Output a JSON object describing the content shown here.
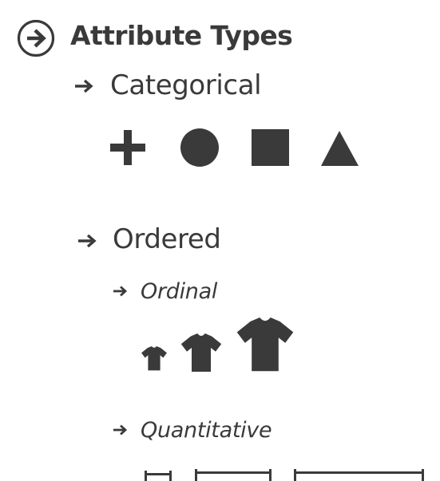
{
  "title": "Attribute Types",
  "icons": {
    "title_icon": "circled-arrow-right-icon",
    "bullet_icon": "arrow-right-icon"
  },
  "colors": {
    "ink": "#3a3a3a",
    "background": "#ffffff"
  },
  "sections": {
    "categorical": {
      "label": "Categorical",
      "glyphs": [
        "plus-icon",
        "circle-icon",
        "square-icon",
        "triangle-icon"
      ]
    },
    "ordered": {
      "label": "Ordered",
      "ordinal": {
        "label": "Ordinal",
        "sizes": [
          "small-tshirt-icon",
          "medium-tshirt-icon",
          "large-tshirt-icon"
        ]
      },
      "quantitative": {
        "label": "Quantitative",
        "ranges": [
          "short-range-bar",
          "medium-range-bar",
          "long-range-bar"
        ]
      }
    }
  }
}
